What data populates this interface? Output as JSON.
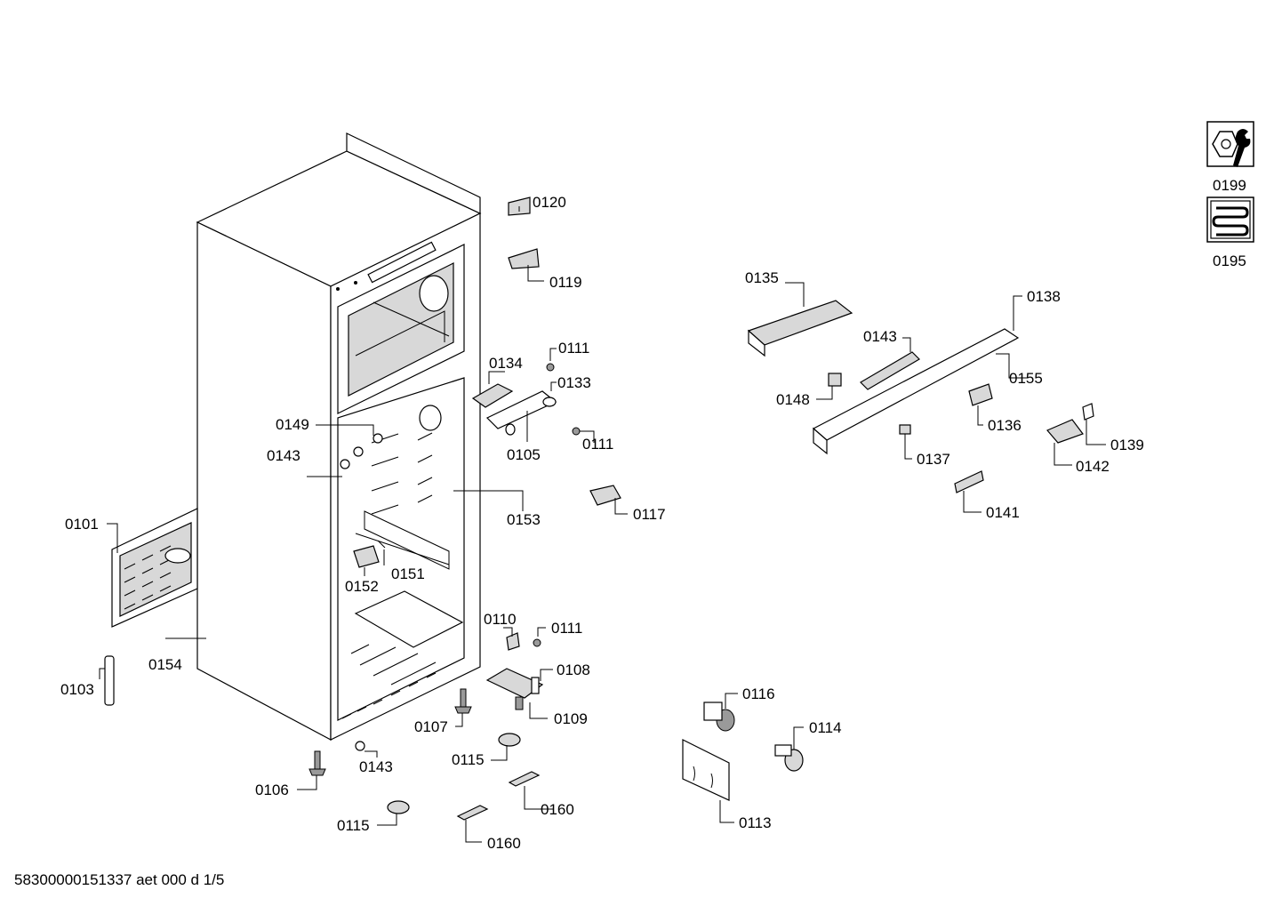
{
  "footer_text": "58300000151337 aet 000 d 1/5",
  "side_icons": [
    {
      "icon": "wrench-nut-icon",
      "label": "0199"
    },
    {
      "icon": "coil-icon",
      "label": "0195"
    }
  ],
  "labels": [
    {
      "id": "0120",
      "text": "0120"
    },
    {
      "id": "0119",
      "text": "0119"
    },
    {
      "id": "0111a",
      "text": "0111"
    },
    {
      "id": "0134",
      "text": "0134"
    },
    {
      "id": "0133",
      "text": "0133"
    },
    {
      "id": "0111b",
      "text": "0111"
    },
    {
      "id": "0105",
      "text": "0105"
    },
    {
      "id": "0149",
      "text": "0149"
    },
    {
      "id": "0143a",
      "text": "0143"
    },
    {
      "id": "0153",
      "text": "0153"
    },
    {
      "id": "0117",
      "text": "0117"
    },
    {
      "id": "0101",
      "text": "0101"
    },
    {
      "id": "0152",
      "text": "0152"
    },
    {
      "id": "0151",
      "text": "0151"
    },
    {
      "id": "0110",
      "text": "0110"
    },
    {
      "id": "0111c",
      "text": "0111"
    },
    {
      "id": "0108",
      "text": "0108"
    },
    {
      "id": "0154",
      "text": "0154"
    },
    {
      "id": "0103",
      "text": "0103"
    },
    {
      "id": "0109",
      "text": "0109"
    },
    {
      "id": "0107",
      "text": "0107"
    },
    {
      "id": "0115a",
      "text": "0115"
    },
    {
      "id": "0143b",
      "text": "0143"
    },
    {
      "id": "0106",
      "text": "0106"
    },
    {
      "id": "0160a",
      "text": "0160"
    },
    {
      "id": "0115b",
      "text": "0115"
    },
    {
      "id": "0160b",
      "text": "0160"
    },
    {
      "id": "0116",
      "text": "0116"
    },
    {
      "id": "0114",
      "text": "0114"
    },
    {
      "id": "0113",
      "text": "0113"
    },
    {
      "id": "0135",
      "text": "0135"
    },
    {
      "id": "0138",
      "text": "0138"
    },
    {
      "id": "0143c",
      "text": "0143"
    },
    {
      "id": "0155",
      "text": "0155"
    },
    {
      "id": "0148",
      "text": "0148"
    },
    {
      "id": "0136",
      "text": "0136"
    },
    {
      "id": "0139",
      "text": "0139"
    },
    {
      "id": "0137",
      "text": "0137"
    },
    {
      "id": "0142",
      "text": "0142"
    },
    {
      "id": "0141",
      "text": "0141"
    }
  ]
}
